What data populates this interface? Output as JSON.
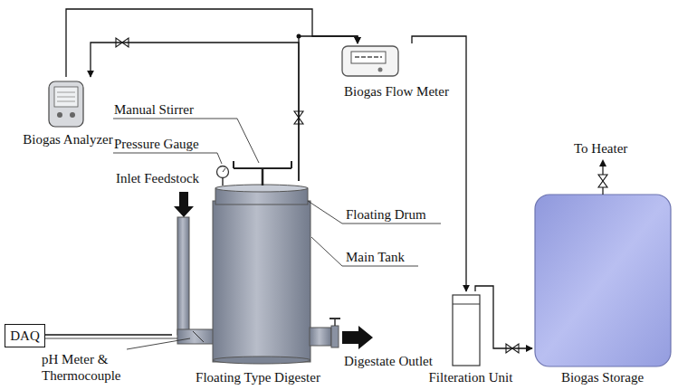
{
  "diagram": {
    "nodes": [
      {
        "text": [
          "Biogas Analyzer"
        ]
      },
      {
        "text": [
          "Biogas Flow Meter"
        ]
      },
      {
        "text": [
          "Floating Type Digester"
        ]
      },
      {
        "text": [
          "DAQ"
        ]
      },
      {
        "text": [
          "Filteration Unit"
        ]
      },
      {
        "text": [
          "Biogas Storage"
        ]
      }
    ],
    "edges": [
      {
        "from": 0,
        "to": 1,
        "arrow": "to"
      },
      {
        "from": 2,
        "to": 0,
        "arrow": "to"
      },
      {
        "from": 2,
        "to": 1,
        "arrow": "to"
      },
      {
        "from": 1,
        "to": 4,
        "arrow": "to"
      },
      {
        "from": 4,
        "to": 5,
        "arrow": "to"
      },
      {
        "from": 3,
        "to": 2,
        "arrow": "none"
      }
    ],
    "labels": [
      "Manual Stirrer",
      "Pressure Gauge",
      "Inlet Feedstock",
      "Floating Drum",
      "Main Tank",
      "pH Meter & Thermocouple",
      "Digestate Outlet",
      "To Heater"
    ]
  }
}
